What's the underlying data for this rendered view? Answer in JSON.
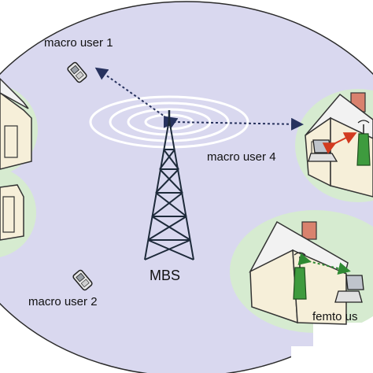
{
  "labels": {
    "macro_user_1": "macro user 1",
    "macro_user_2": "macro user 2",
    "macro_user_4": "macro user 4",
    "mbs": "MBS",
    "femto_user": "femto us"
  },
  "colors": {
    "macro_cell": "#d9d8ef",
    "femto_cell": "#d6ebd0",
    "macro_link": "#27325e",
    "femto_uplink": "#d23a1f",
    "femto_downlink": "#2f8a33",
    "femto_ap": "#3e9b3e",
    "roof": "#f2f2f2",
    "wall": "#f6efd9",
    "chimney": "#d9826e"
  },
  "icons": [
    "cell-tower-icon",
    "mobile-phone-icon",
    "laptop-icon",
    "femto-access-point-icon",
    "house-icon"
  ]
}
